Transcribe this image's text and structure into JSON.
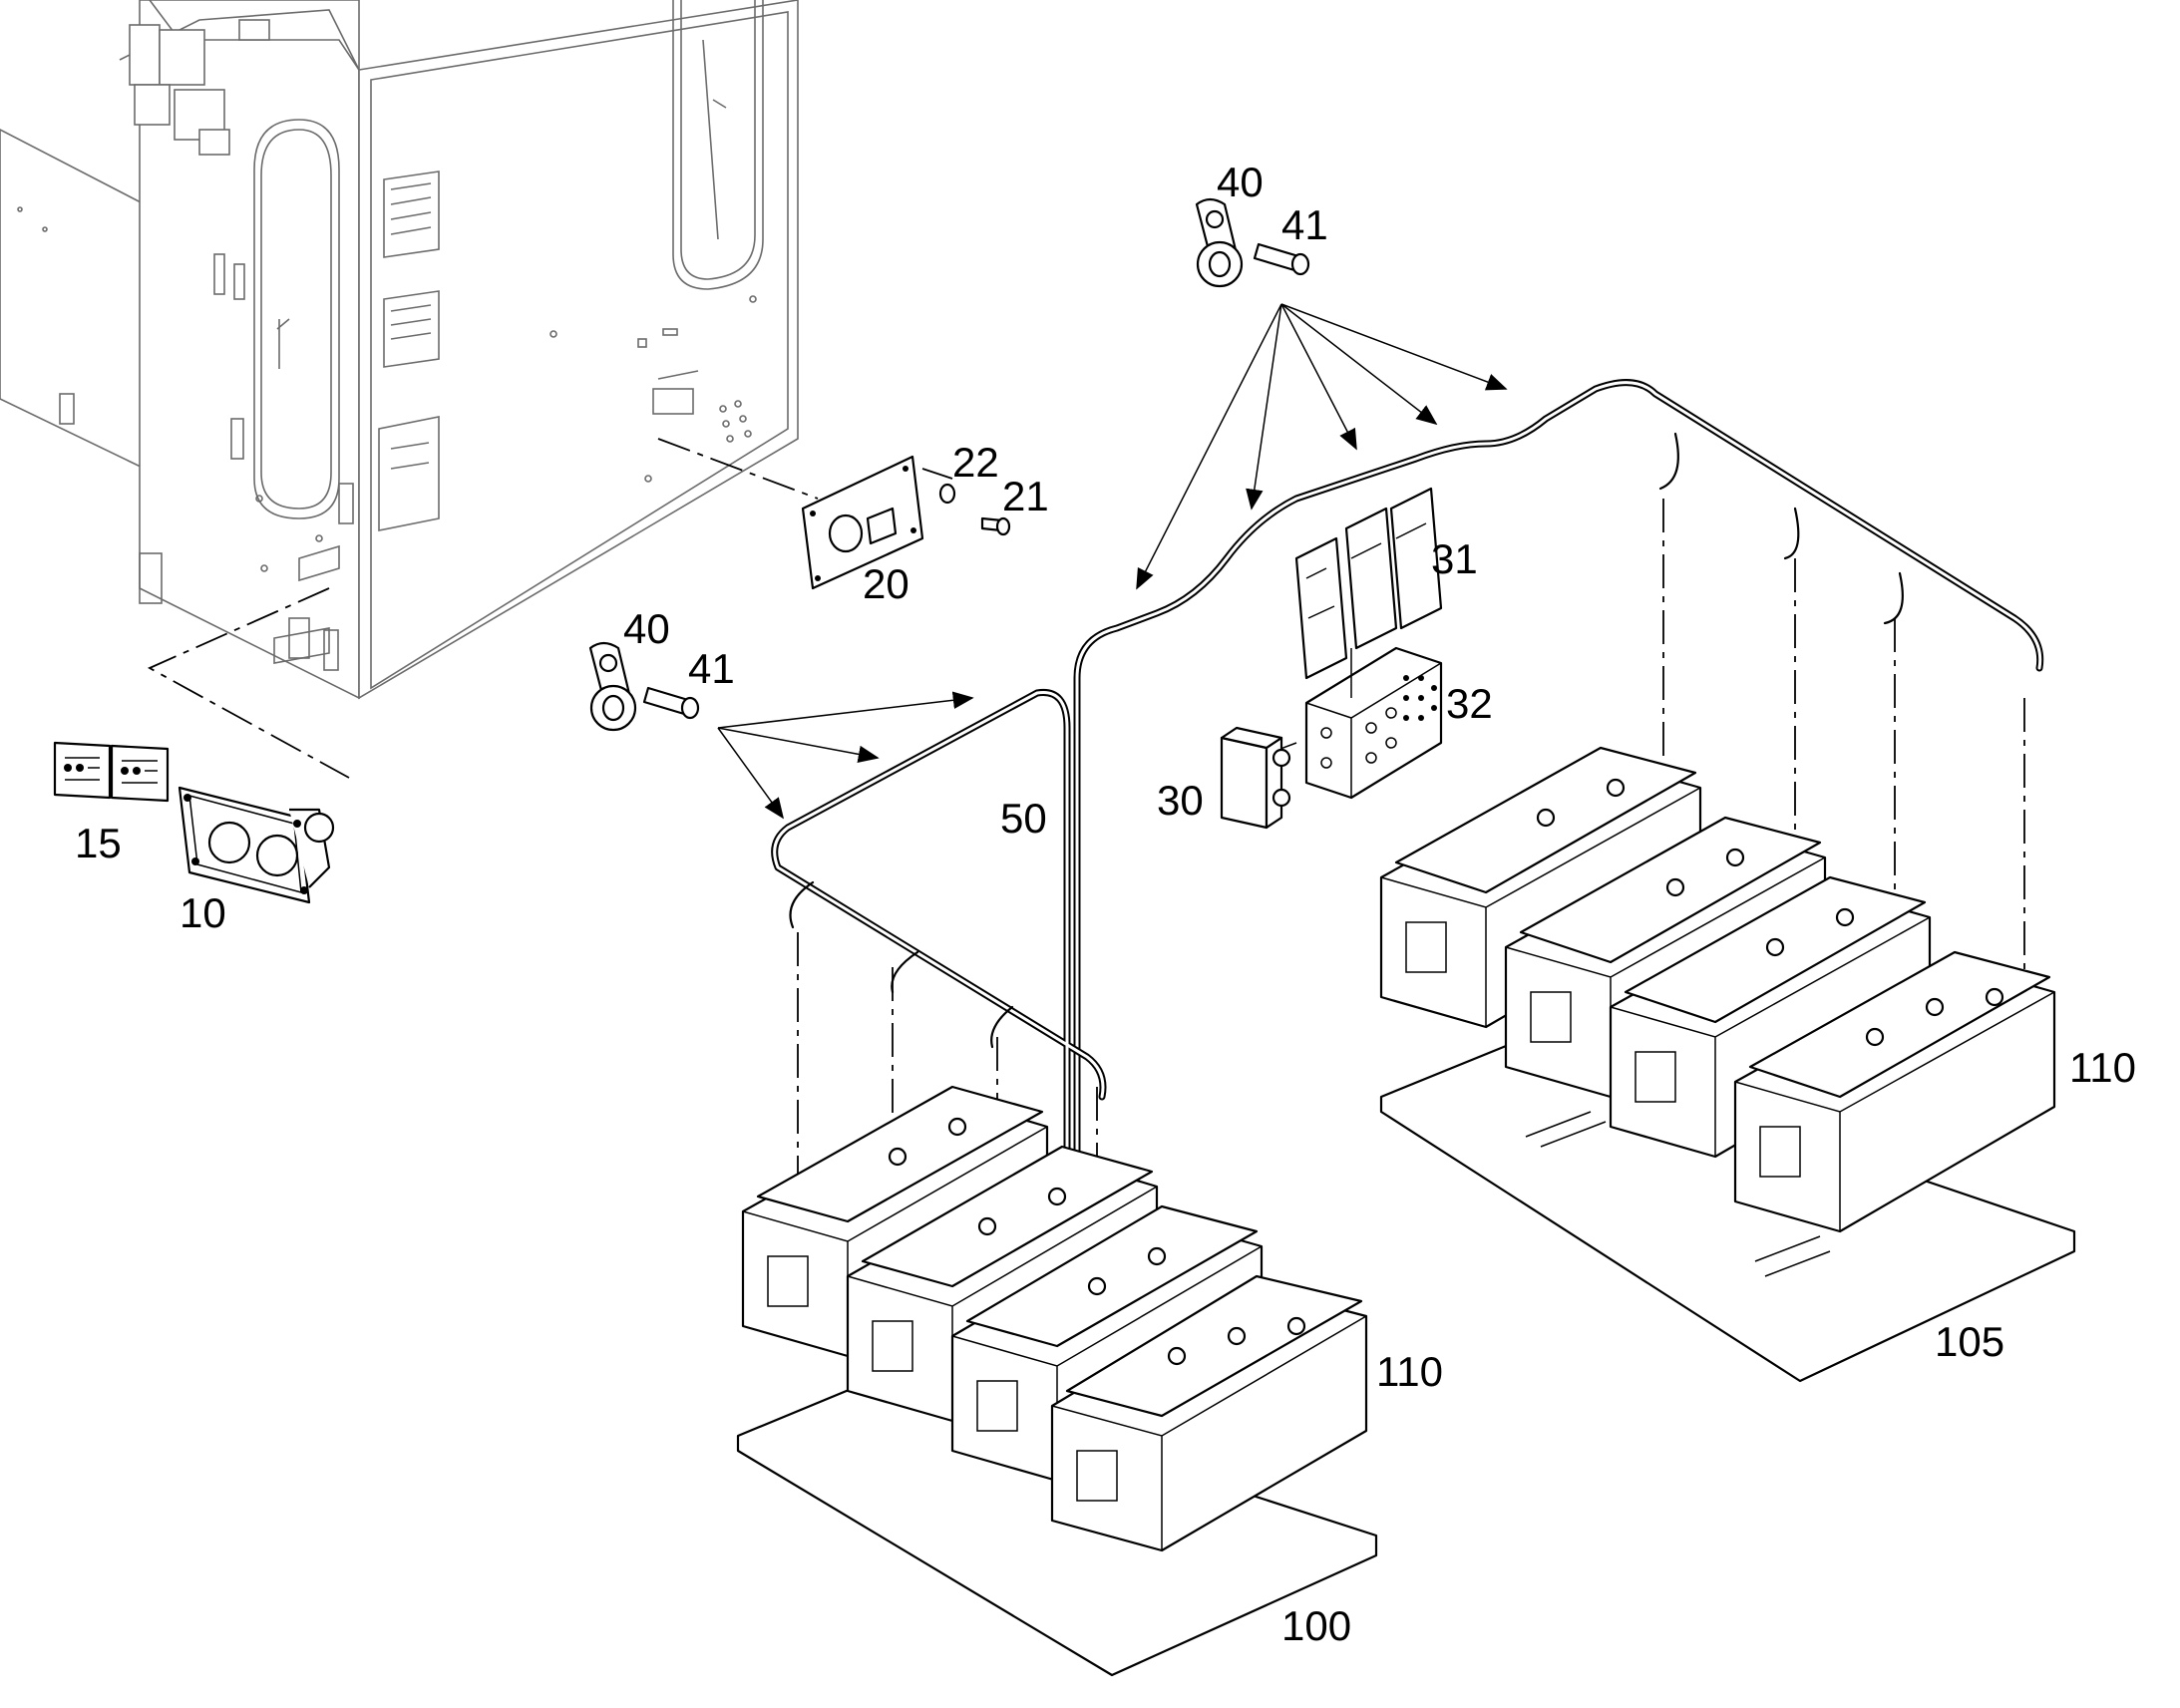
{
  "callouts": {
    "c10": "10",
    "c15": "15",
    "c20": "20",
    "c21": "21",
    "c22": "22",
    "c30": "30",
    "c31": "31",
    "c32": "32",
    "c40a": "40",
    "c41a": "41",
    "c40b": "40",
    "c41b": "41",
    "c50": "50",
    "c100": "100",
    "c105": "105",
    "c110a": "110",
    "c110b": "110"
  }
}
